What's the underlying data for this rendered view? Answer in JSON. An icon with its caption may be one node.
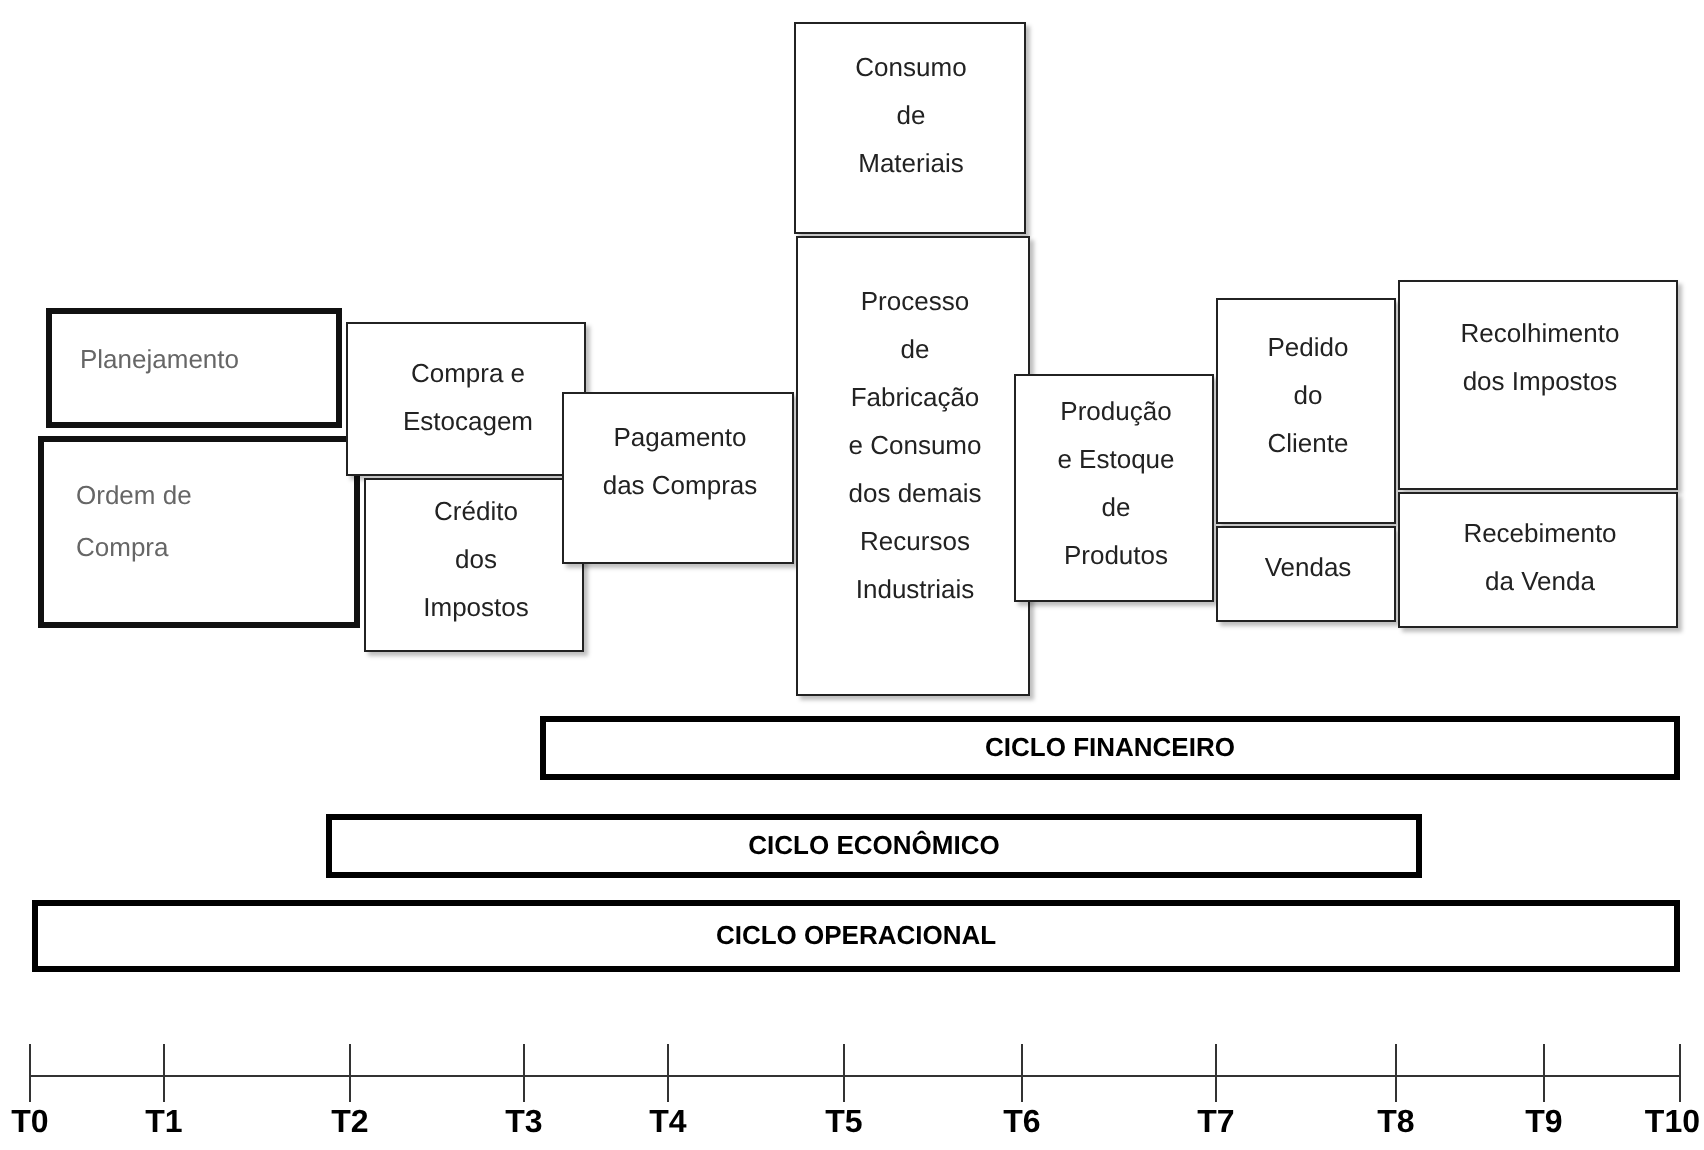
{
  "diagram": {
    "nodes": [
      {
        "text": [
          "Planejamento"
        ]
      },
      {
        "text": [
          "Ordem de Compra"
        ]
      },
      {
        "text": [
          "Compra e Estocagem"
        ]
      },
      {
        "text": [
          "Crédito dos Impostos"
        ]
      },
      {
        "text": [
          "Pagamento das Compras"
        ]
      },
      {
        "text": [
          "Consumo de Materiais"
        ]
      },
      {
        "text": [
          "Processo de Fabricação e Consumo dos demais Recursos Industriais"
        ]
      },
      {
        "text": [
          "Produção e Estoque de Produtos"
        ]
      },
      {
        "text": [
          "Pedido do Cliente"
        ]
      },
      {
        "text": [
          "Vendas"
        ]
      },
      {
        "text": [
          "Recolhimento dos Impostos"
        ]
      },
      {
        "text": [
          "Recebimento da Venda"
        ]
      },
      {
        "text": [
          "CICLO FINANCEIRO"
        ]
      },
      {
        "text": [
          "CICLO ECONÔMICO"
        ]
      },
      {
        "text": [
          "CICLO OPERACIONAL"
        ]
      }
    ],
    "labels": [
      "T0",
      "T1",
      "T2",
      "T3",
      "T4",
      "T5",
      "T6",
      "T7",
      "T8",
      "T9",
      "T10"
    ]
  }
}
